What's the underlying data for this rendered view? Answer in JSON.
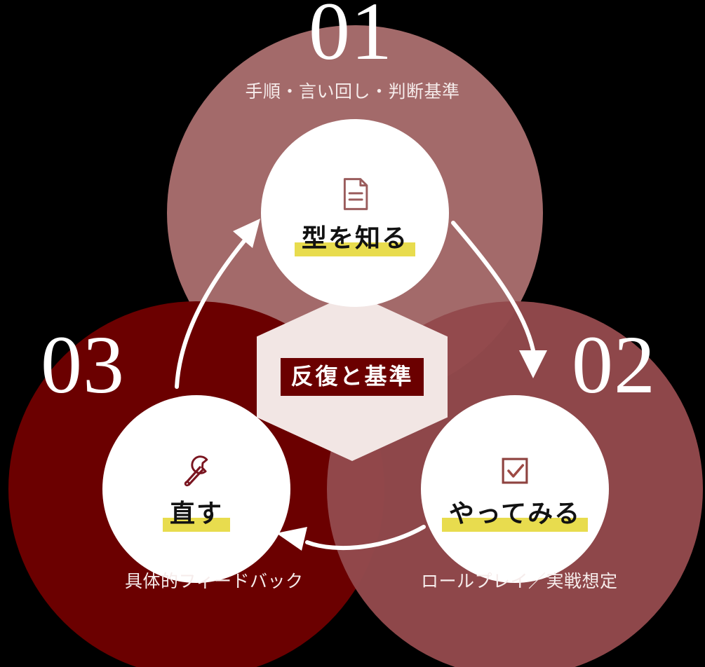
{
  "diagram": {
    "title_center": "反復と基準",
    "background_color": "#000000",
    "nodes": [
      {
        "number": "01",
        "caption": "手順・言い回し・判断基準",
        "label": "型を知る",
        "icon": "document-icon",
        "circle_color": "#A36A6A",
        "icon_color": "#9A5C5C"
      },
      {
        "number": "02",
        "caption": "ロールプレイ／実戦想定",
        "label": "やってみる",
        "icon": "checkbox-check-icon",
        "circle_color": "#93494C",
        "icon_color": "#8E4340"
      },
      {
        "number": "03",
        "caption": "具体的フィードバック",
        "label": "直す",
        "icon": "wrench-icon",
        "circle_color": "#6B0000",
        "icon_color": "#7A1520"
      }
    ],
    "colors": {
      "hexagon_fill": "#F2E6E4",
      "badge_fill": "#6B0000",
      "highlight": "#E8DC4E",
      "arrow": "#FFFFFF",
      "node_fill": "#FFFFFF",
      "numeral_color": "#FFFFFF",
      "caption_color": "#F6ECEB"
    },
    "arrows": [
      {
        "from": "01",
        "to": "02",
        "name": "arrow-01-to-02"
      },
      {
        "from": "02",
        "to": "03",
        "name": "arrow-02-to-03"
      },
      {
        "from": "03",
        "to": "01",
        "name": "arrow-03-to-01"
      }
    ]
  }
}
